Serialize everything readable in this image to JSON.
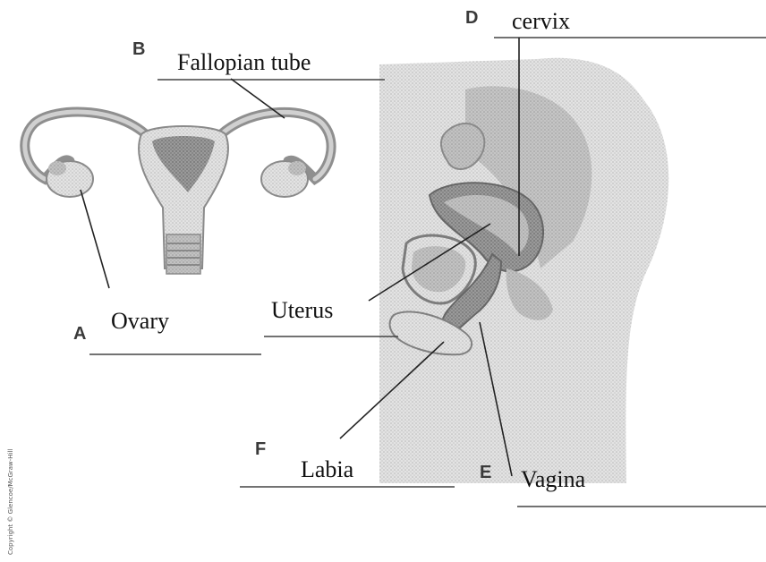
{
  "labels": {
    "ovary": "Ovary",
    "fallopian_tube": "Fallopian tube",
    "cervix": "cervix",
    "uterus": "Uterus",
    "labia": "Labia",
    "vagina": "Vagina"
  },
  "letters": {
    "a": "A",
    "b": "B",
    "d": "D",
    "e": "E",
    "f": "F"
  },
  "copyright": "Copyright © Glencoe/McGraw-Hill"
}
